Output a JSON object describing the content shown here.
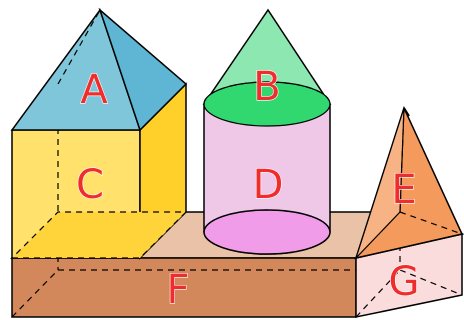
{
  "diagram": {
    "labels": {
      "A": "A",
      "B": "B",
      "C": "C",
      "D": "D",
      "E": "E",
      "F": "F",
      "G": "G"
    },
    "colors": {
      "label": "#ef2d2d",
      "outline": "#000000",
      "pyramid_A": "#7fc6da",
      "cube_C": "#ffe16b",
      "cone_B": "#8de7b0",
      "cone_B_base": "#31d870",
      "cylinder_D": "#efc8e8",
      "cylinder_D_base": "#f09ce8",
      "slab_F_top": "#eac2a8",
      "slab_F_front": "#d2885a",
      "pyramid_E": "#f49a5c",
      "prism_G_front": "#fadcdc",
      "prism_G_top": "#ff8a2a"
    }
  }
}
